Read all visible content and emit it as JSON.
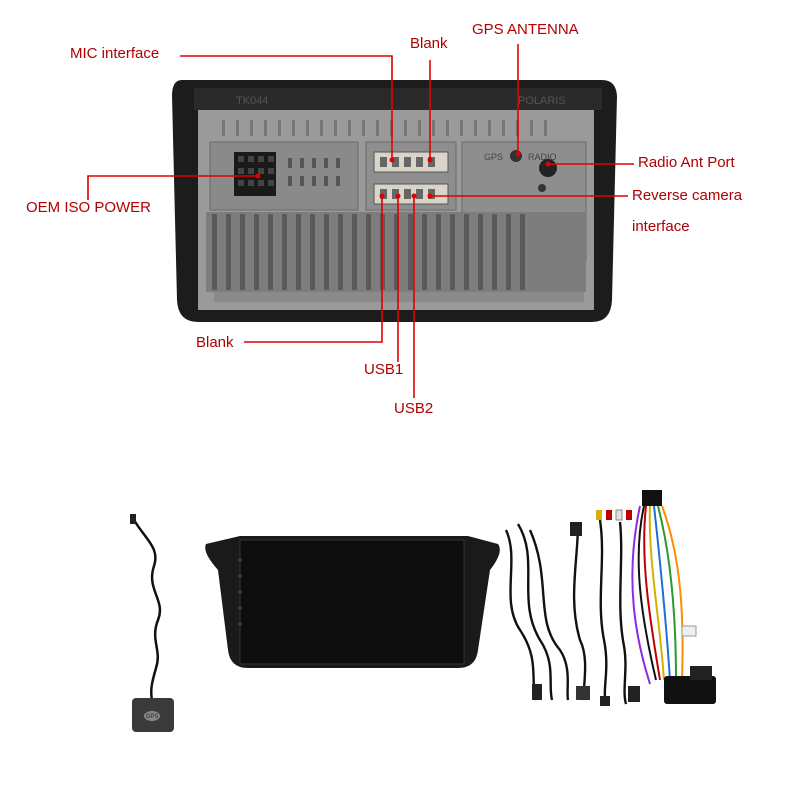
{
  "colors": {
    "callout_line": "#e00000",
    "label_text_red": "#b00000",
    "label_text_black": "#111111",
    "housing": "#1c1c1c",
    "chassis": "#9a9a9a",
    "heatsink": "#7d7d7d",
    "screen": "#0d0d0d",
    "antenna_module": "#3a3a3a",
    "wire_black": "#111111"
  },
  "unit_markings": {
    "model": "TK044",
    "brand": "POLARIS",
    "gps_port": "GPS",
    "radio_port": "RADIO",
    "gps_module": "GPS"
  },
  "labels": {
    "mic": "MIC interface",
    "blank_top": "Blank",
    "gps_antenna": "GPS ANTENNA",
    "radio_ant": "Radio Ant Port",
    "oem_iso": "OEM ISO POWER",
    "reverse_camera_1": "Reverse camera",
    "reverse_camera_2": "interface",
    "blank_bottom": "Blank",
    "usb1": "USB1",
    "usb2": "USB2"
  },
  "icons": {
    "gps_module": "gps-antenna-icon",
    "head_unit_front": "head-unit-screen-icon",
    "cables": "cable-bundle-icon",
    "harness": "wiring-harness-icon"
  }
}
